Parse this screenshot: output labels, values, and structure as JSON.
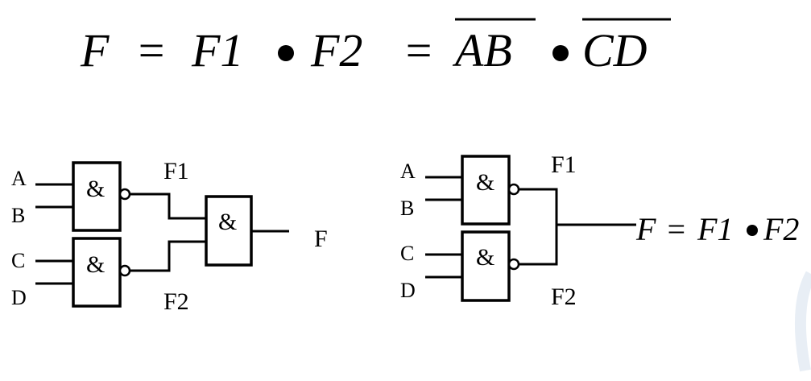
{
  "equation": {
    "parts": [
      "F",
      "=",
      "F1",
      "F2",
      "=",
      "AB",
      "CD"
    ],
    "dot_symbol": "●"
  },
  "left_circuit": {
    "inputs": [
      "A",
      "B",
      "C",
      "D"
    ],
    "gate_symbol": "&",
    "intermediate_labels": [
      "F1",
      "F2"
    ],
    "output_label": "F"
  },
  "right_circuit": {
    "inputs": [
      "A",
      "B",
      "C",
      "D"
    ],
    "gate_symbol": "&",
    "intermediate_labels": [
      "F1",
      "F2"
    ],
    "output_equation": {
      "lhs": "F",
      "eq": "=",
      "term1": "F1",
      "term2": "F2"
    }
  },
  "colors": {
    "ink": "#000000",
    "background": "#ffffff",
    "decor_tint": "#e8eef5"
  }
}
